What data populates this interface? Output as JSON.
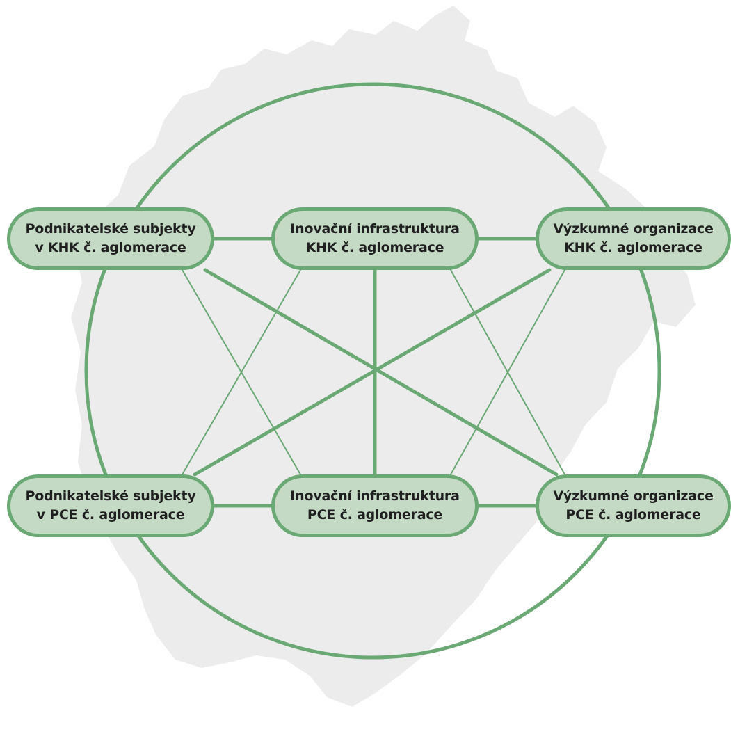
{
  "diagram": {
    "colors": {
      "accent": "#6aa874",
      "node_fill": "#c4dac5",
      "map_fill": "#ececec",
      "text": "#1f1f1f"
    },
    "background_shape": "region-map-silhouette",
    "nodes": {
      "pod_khk": {
        "line1": "Podnikatelské subjekty",
        "line2": "v KHK č. aglomerace"
      },
      "ino_khk": {
        "line1": "Inovační infrastruktura",
        "line2": "KHK č. aglomerace"
      },
      "vyz_khk": {
        "line1": "Výzkumné organizace",
        "line2": "KHK č. aglomerace"
      },
      "pod_pce": {
        "line1": "Podnikatelské subjekty",
        "line2": "v PCE č. aglomerace"
      },
      "ino_pce": {
        "line1": "Inovační infrastruktura",
        "line2": "PCE č. aglomerace"
      },
      "vyz_pce": {
        "line1": "Výzkumné organizace",
        "line2": "PCE č. aglomerace"
      }
    },
    "connections": [
      {
        "from": "pod_khk",
        "to": "ino_khk",
        "weight": "thick"
      },
      {
        "from": "ino_khk",
        "to": "vyz_khk",
        "weight": "thick"
      },
      {
        "from": "pod_pce",
        "to": "ino_pce",
        "weight": "thick"
      },
      {
        "from": "ino_pce",
        "to": "vyz_pce",
        "weight": "thick"
      },
      {
        "from": "ino_khk",
        "to": "ino_pce",
        "weight": "thick"
      },
      {
        "from": "pod_khk",
        "to": "vyz_pce",
        "weight": "thick"
      },
      {
        "from": "vyz_khk",
        "to": "pod_pce",
        "weight": "thick"
      },
      {
        "from": "pod_khk",
        "to": "ino_pce",
        "weight": "thin"
      },
      {
        "from": "ino_khk",
        "to": "pod_pce",
        "weight": "thin"
      },
      {
        "from": "ino_khk",
        "to": "vyz_pce",
        "weight": "thin"
      },
      {
        "from": "vyz_khk",
        "to": "ino_pce",
        "weight": "thin"
      }
    ]
  }
}
